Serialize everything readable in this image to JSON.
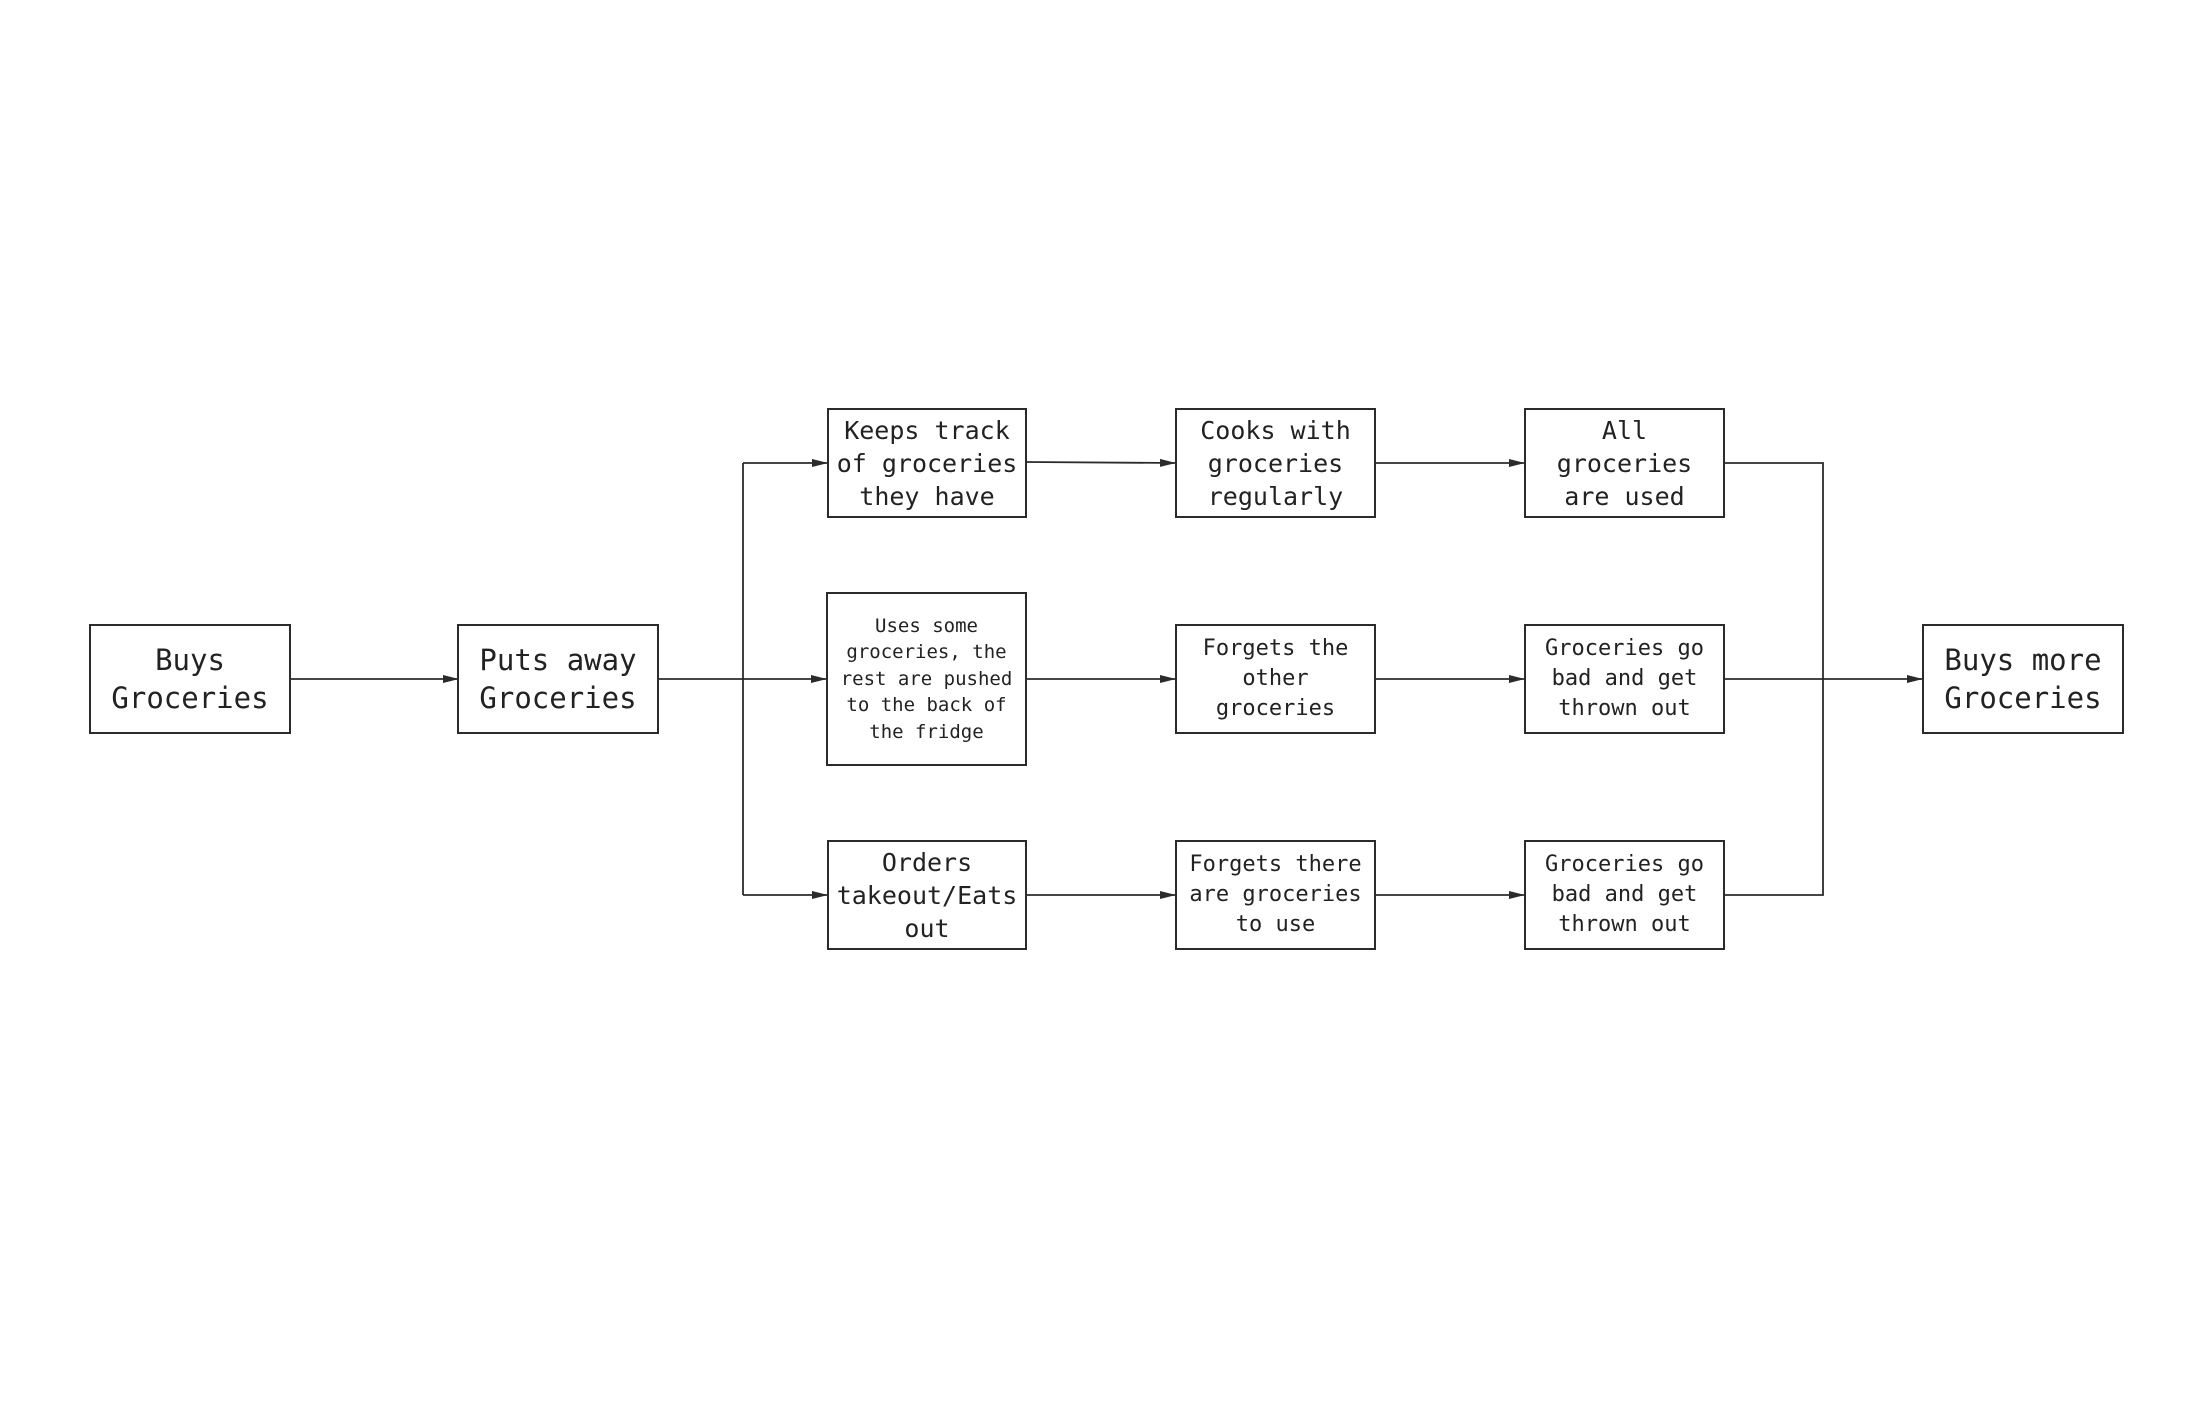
{
  "diagram": {
    "nodes": {
      "buys_groceries": "Buys\nGroceries",
      "puts_away": "Puts away\nGroceries",
      "keeps_track": "Keeps track\nof groceries\nthey have",
      "uses_some": "Uses some\ngroceries, the\nrest are pushed\nto the back of\nthe fridge",
      "orders_takeout": "Orders\ntakeout/Eats\nout",
      "cooks_with": "Cooks with\ngroceries\nregularly",
      "forgets_other": "Forgets the\nother\ngroceries",
      "forgets_there": "Forgets there\nare groceries\nto use",
      "all_used": "All\ngroceries\nare used",
      "go_bad_middle": "Groceries go\nbad and get\nthrown out",
      "go_bad_bottom": "Groceries go\nbad and get\nthrown out",
      "buys_more": "Buys more\nGroceries"
    },
    "colors": {
      "stroke": "#2b2b2b",
      "background": "#ffffff"
    }
  }
}
